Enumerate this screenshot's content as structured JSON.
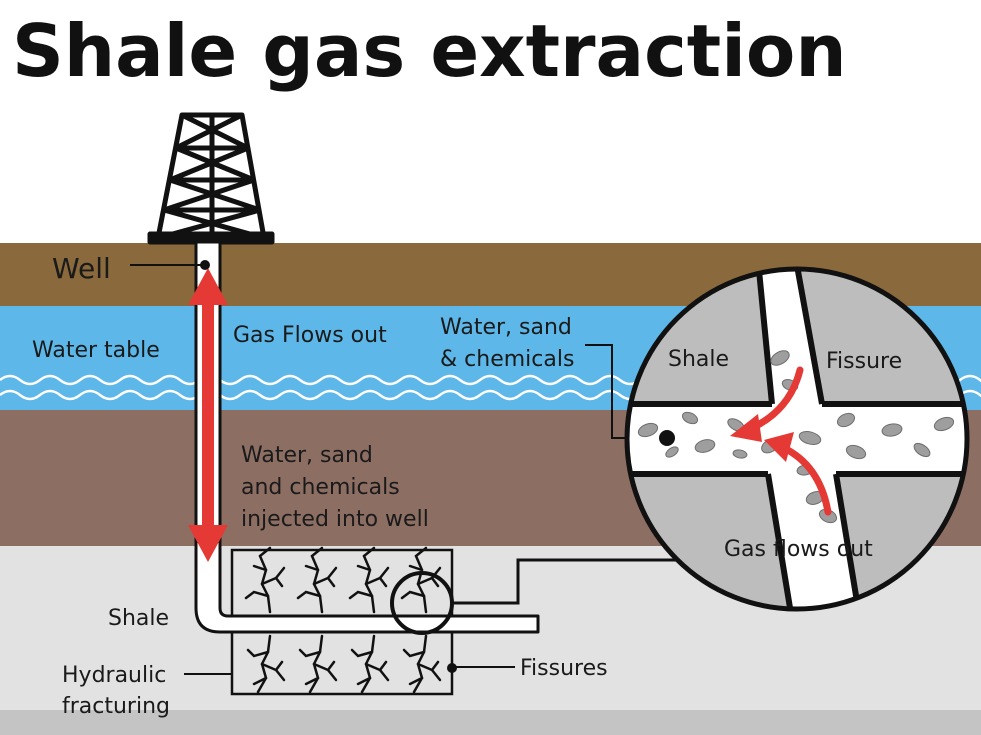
{
  "title": "Shale gas extraction",
  "labels": {
    "well": "Well",
    "water_table": "Water table",
    "gas_flows_out": "Gas Flows out",
    "injected_line1": "Water, sand",
    "injected_line2": "and chemicals",
    "injected_line3": "injected into well",
    "shale": "Shale",
    "hydraulic_line1": "Hydraulic",
    "hydraulic_line2": "fracturing",
    "fissures": "Fissures"
  },
  "inset": {
    "mix_line1": "Water, sand",
    "mix_line2": "& chemicals",
    "shale": "Shale",
    "fissure": "Fissure",
    "gas_flows_out": "Gas flows out"
  },
  "colors": {
    "soil": "#8a6a3c",
    "water": "#5db7e8",
    "rock": "#8d6e63",
    "shale_layer": "#e2e2e2",
    "bottom_band": "#c4c4c4",
    "inset_rock": "#bdbdbd",
    "arrow": "#e53935"
  }
}
